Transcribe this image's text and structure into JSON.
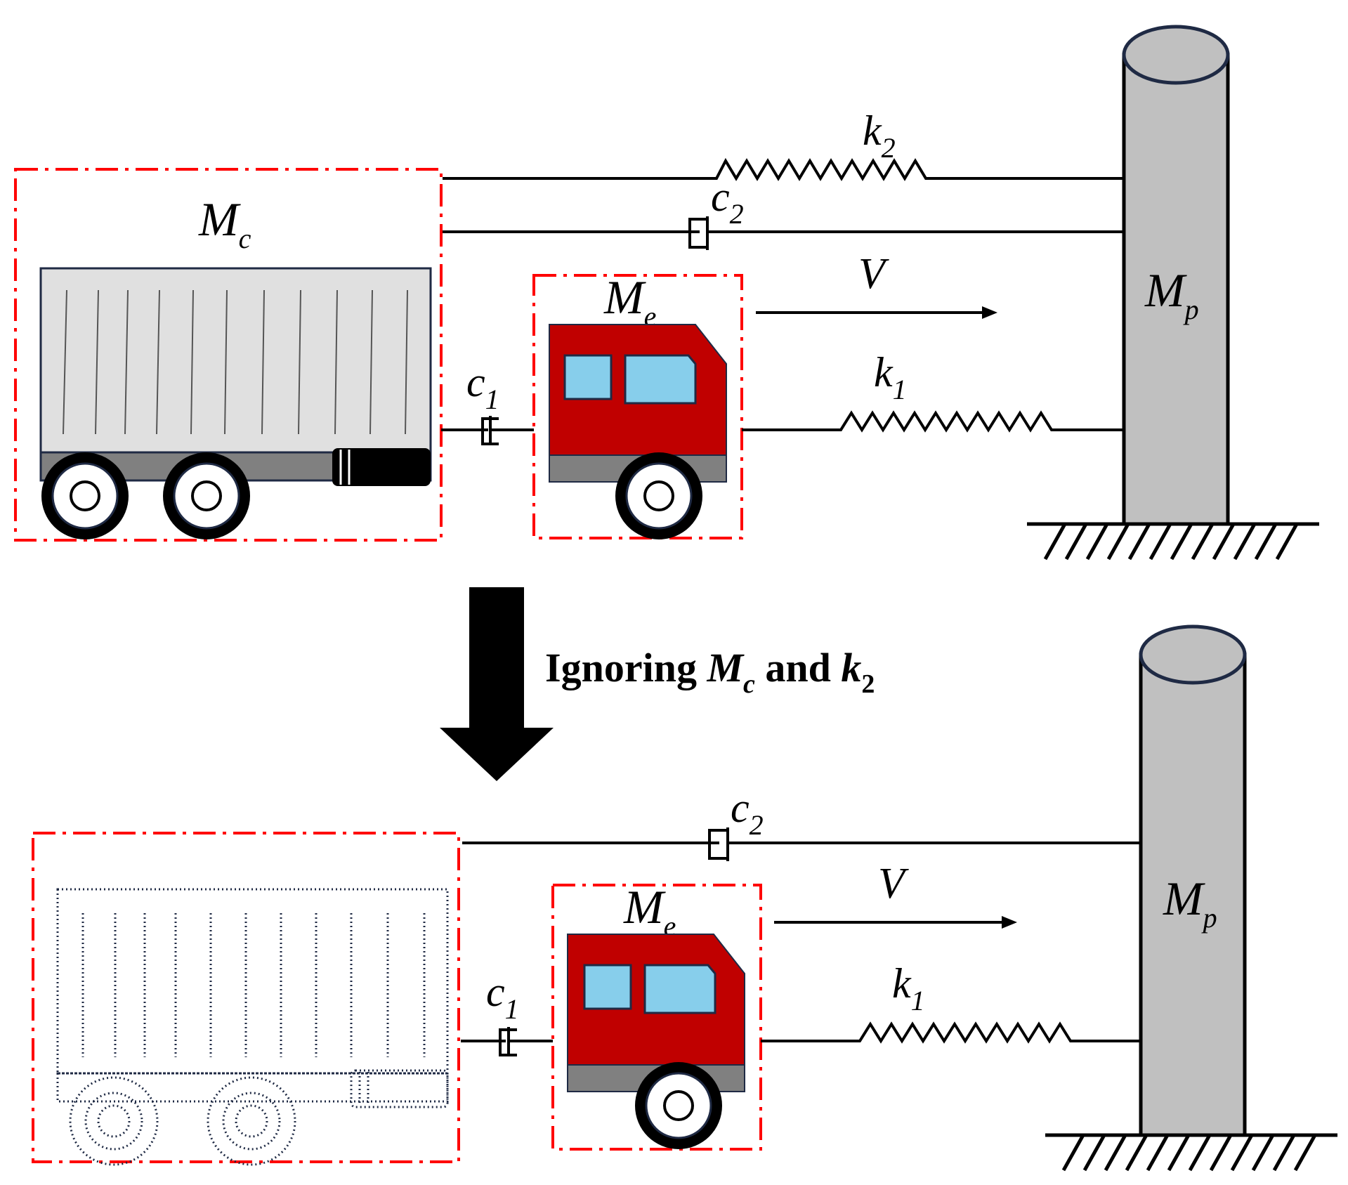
{
  "top": {
    "container_mass": {
      "main": "M",
      "sub": "c"
    },
    "engine_mass": {
      "main": "M",
      "sub": "e"
    },
    "pier_mass": {
      "main": "M",
      "sub": "p"
    },
    "spring_k2": {
      "main": "k",
      "sub": "2"
    },
    "damper_c2": {
      "main": "c",
      "sub": "2"
    },
    "damper_c1": {
      "main": "c",
      "sub": "1"
    },
    "spring_k1": {
      "main": "k",
      "sub": "1"
    },
    "velocity": "V"
  },
  "transition": {
    "prefix": "Ignoring ",
    "mass_main": "M",
    "mass_sub": "c",
    "middle": " and ",
    "spring_main": "k",
    "spring_sub": "2"
  },
  "bottom": {
    "engine_mass": {
      "main": "M",
      "sub": "e"
    },
    "pier_mass": {
      "main": "M",
      "sub": "p"
    },
    "damper_c2": {
      "main": "c",
      "sub": "2"
    },
    "damper_c1": {
      "main": "c",
      "sub": "1"
    },
    "spring_k1": {
      "main": "k",
      "sub": "1"
    },
    "velocity": "V"
  },
  "colors": {
    "boundary_dash": "#ff0000",
    "truck_cab": "#c00000",
    "window": "#87ceeb",
    "chassis": "#808080",
    "container_body": "#e0e0e0",
    "pier": "#c0c0c0"
  }
}
